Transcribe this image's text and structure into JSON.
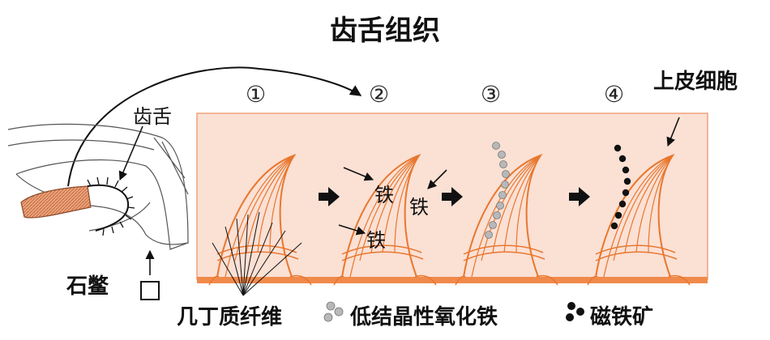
{
  "title": "齿舌组织",
  "steps": [
    "①",
    "②",
    "③",
    "④"
  ],
  "labels": {
    "radula": "齿舌",
    "epithelial": "上皮细胞",
    "chiton": "石鳖",
    "chitin": "几丁质纤维",
    "iron": "铁",
    "ferrihydrite": "低结晶性氧化铁",
    "magnetite": "磁铁矿"
  },
  "colors": {
    "tissue": "#fbe0d4",
    "tooth_stroke": "#e8772e",
    "base": "#f08a4b",
    "radula_fill": "#f0a27a",
    "ferri_bead": "#b8b8b8",
    "magnetite_bead": "#111111"
  },
  "icons": {
    "square": "square-box-icon",
    "arrow_right": "process-arrow-icon"
  }
}
